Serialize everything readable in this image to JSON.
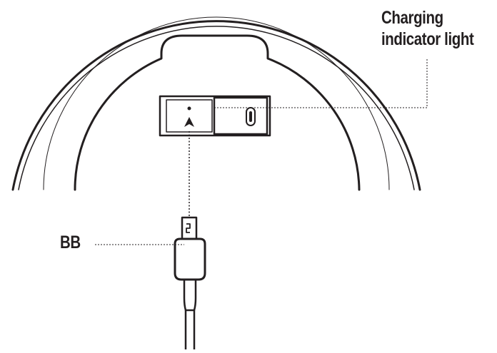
{
  "labels": {
    "charging_indicator_line1": "Charging",
    "charging_indicator_line2": "indicator light",
    "connector": "BB"
  },
  "colors": {
    "ink": "#231f20",
    "background": "#ffffff"
  },
  "icons": {
    "port": "micro-usb-port-icon",
    "arrow": "insert-arrow-icon",
    "indicator": "charging-indicator-light-icon",
    "plug": "micro-usb-plug-icon"
  }
}
